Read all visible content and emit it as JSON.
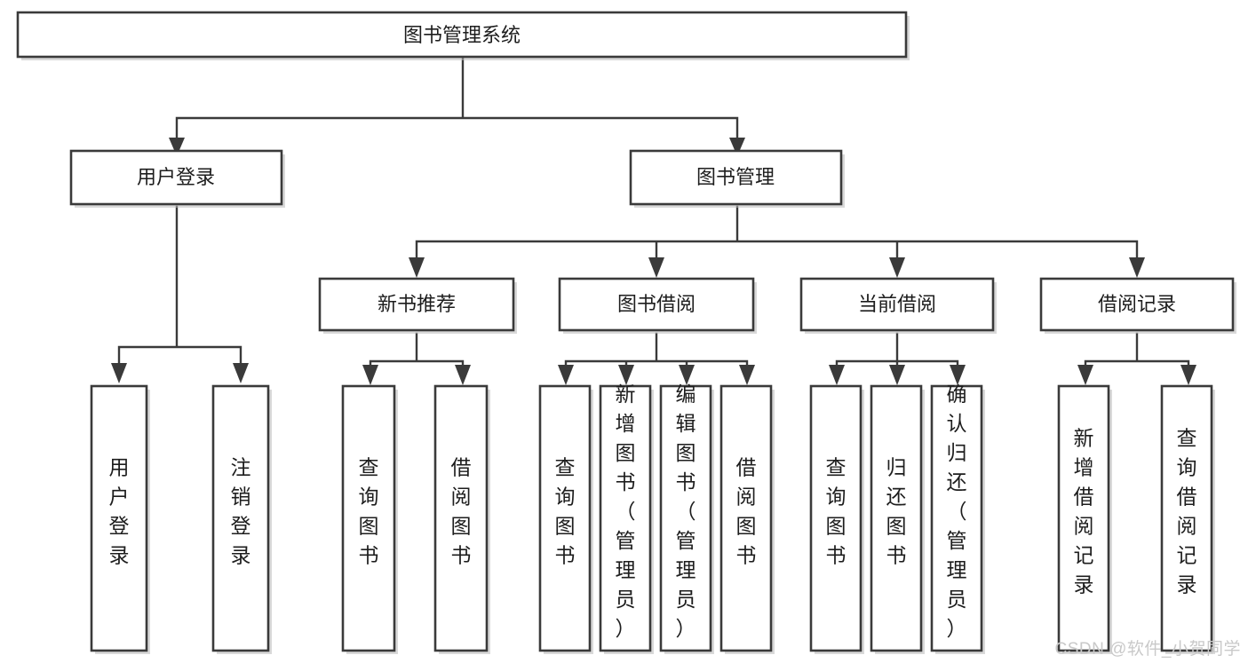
{
  "diagram": {
    "title": "图书管理系统",
    "type": "tree",
    "orientation": "top-down",
    "colors": {
      "node_fill": "#ffffff",
      "node_stroke": "#3a3a3a",
      "background": "#ffffff",
      "watermark": "#c9c9c9"
    },
    "root": {
      "label": "图书管理系统"
    },
    "level2": [
      {
        "label": "用户登录"
      },
      {
        "label": "图书管理"
      }
    ],
    "level3": [
      {
        "label": "新书推荐"
      },
      {
        "label": "图书借阅"
      },
      {
        "label": "当前借阅"
      },
      {
        "label": "借阅记录"
      }
    ],
    "leaves": {
      "user_login": [
        {
          "label": "用户登录"
        },
        {
          "label": "注销登录"
        }
      ],
      "new_book_recommend": [
        {
          "label": "查询图书"
        },
        {
          "label": "借阅图书"
        }
      ],
      "book_borrow": [
        {
          "label": "查询图书"
        },
        {
          "label": "新增图书（管理员）"
        },
        {
          "label": "编辑图书（管理员）"
        },
        {
          "label": "借阅图书"
        }
      ],
      "current_borrow": [
        {
          "label": "查询图书"
        },
        {
          "label": "归还图书"
        },
        {
          "label": "确认归还（管理员）"
        }
      ],
      "borrow_record": [
        {
          "label": "新增借阅记录"
        },
        {
          "label": "查询借阅记录"
        }
      ]
    },
    "edges": [
      {
        "from": "图书管理系统",
        "to": "用户登录"
      },
      {
        "from": "图书管理系统",
        "to": "图书管理"
      },
      {
        "from": "用户登录",
        "to": "用户登录"
      },
      {
        "from": "用户登录",
        "to": "注销登录"
      },
      {
        "from": "图书管理",
        "to": "新书推荐"
      },
      {
        "from": "图书管理",
        "to": "图书借阅"
      },
      {
        "from": "图书管理",
        "to": "当前借阅"
      },
      {
        "from": "图书管理",
        "to": "借阅记录"
      },
      {
        "from": "新书推荐",
        "to": "查询图书"
      },
      {
        "from": "新书推荐",
        "to": "借阅图书"
      },
      {
        "from": "图书借阅",
        "to": "查询图书"
      },
      {
        "from": "图书借阅",
        "to": "新增图书（管理员）"
      },
      {
        "from": "图书借阅",
        "to": "编辑图书（管理员）"
      },
      {
        "from": "图书借阅",
        "to": "借阅图书"
      },
      {
        "from": "当前借阅",
        "to": "查询图书"
      },
      {
        "from": "当前借阅",
        "to": "归还图书"
      },
      {
        "from": "当前借阅",
        "to": "确认归还（管理员）"
      },
      {
        "from": "借阅记录",
        "to": "新增借阅记录"
      },
      {
        "from": "借阅记录",
        "to": "查询借阅记录"
      }
    ]
  },
  "watermark": {
    "text": "CSDN @软件_小贺同学"
  }
}
